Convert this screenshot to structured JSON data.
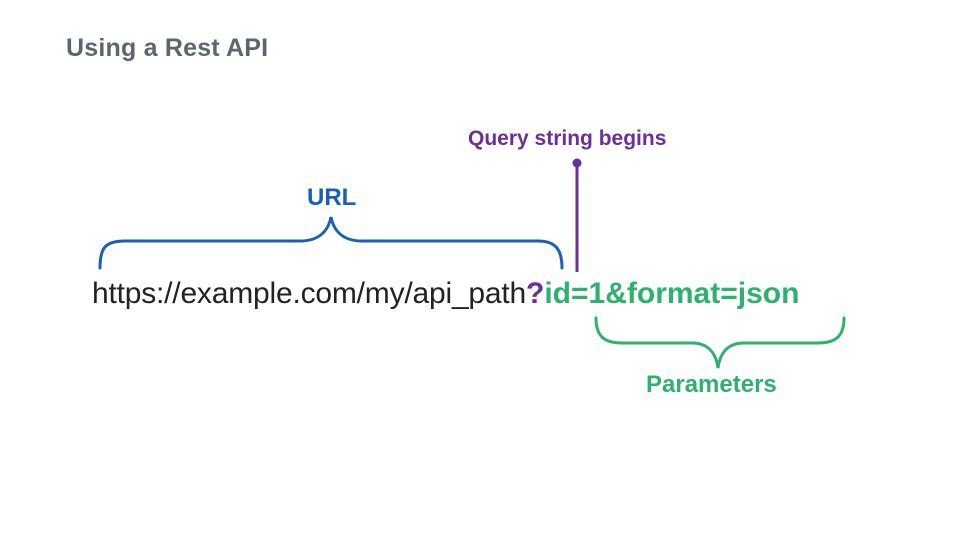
{
  "slide": {
    "title": "Using a Rest API"
  },
  "diagram": {
    "url_label": "URL",
    "query_label": "Query string begins",
    "params_label": "Parameters",
    "url_base": "https://example.com/my/api_path",
    "query_mark": "?",
    "query_params": "id=1&format=json"
  },
  "colors": {
    "url_brace": "#1a5fba",
    "query_marker": "#6b2f97",
    "params_brace": "#2eb16d",
    "title": "#5b6670",
    "url_text": "#222222"
  }
}
